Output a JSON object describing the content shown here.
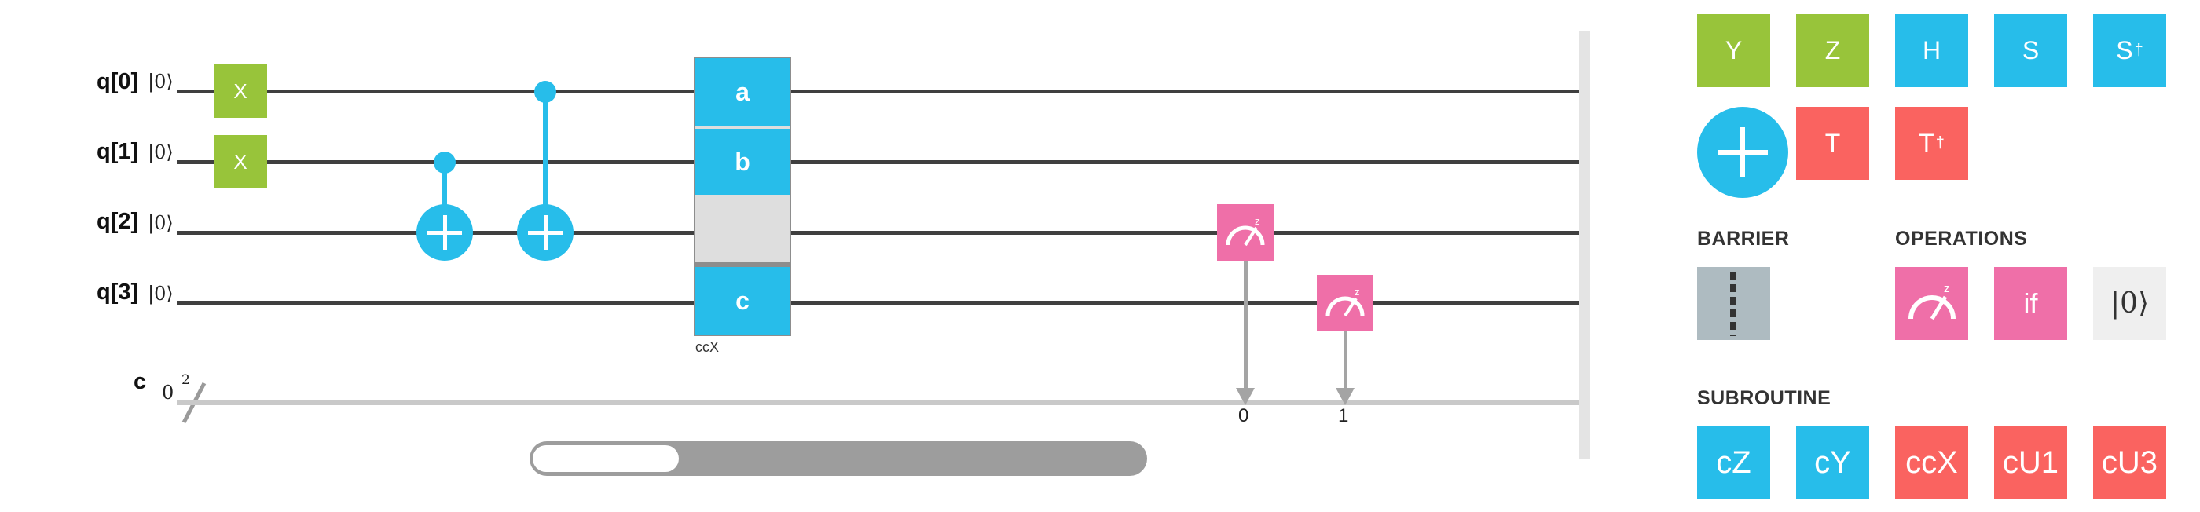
{
  "circuit": {
    "qubits": [
      {
        "label": "q[0]",
        "ket": "|0⟩"
      },
      {
        "label": "q[1]",
        "ket": "|0⟩"
      },
      {
        "label": "q[2]",
        "ket": "|0⟩"
      },
      {
        "label": "q[3]",
        "ket": "|0⟩"
      }
    ],
    "classical": {
      "label": "c",
      "init": "0",
      "width": "2"
    },
    "x_gate_label": "X",
    "subroutine": {
      "name": "ccX",
      "cells": [
        "a",
        "b",
        "c"
      ]
    },
    "measure_bits": [
      "0",
      "1"
    ]
  },
  "scroll": {
    "position_fraction": 0.1
  },
  "palette": {
    "gates_row1": [
      "Y",
      "Z",
      "H",
      "S",
      "S"
    ],
    "dagger": "†",
    "gates_row2": [
      "T",
      "T"
    ],
    "sections": {
      "barrier": "BARRIER",
      "operations": "OPERATIONS",
      "subroutine": "SUBROUTINE"
    },
    "operations": {
      "if_label": "if",
      "reset_label": "|0⟩"
    },
    "subroutines": [
      "cZ",
      "cY",
      "ccX",
      "cU1",
      "cU3"
    ]
  },
  "colors": {
    "pauli": "#98c43a",
    "clifford": "#27bdea",
    "phase": "#fa6360",
    "measure": "#ef6fa8",
    "barrier": "#aebbc1"
  }
}
